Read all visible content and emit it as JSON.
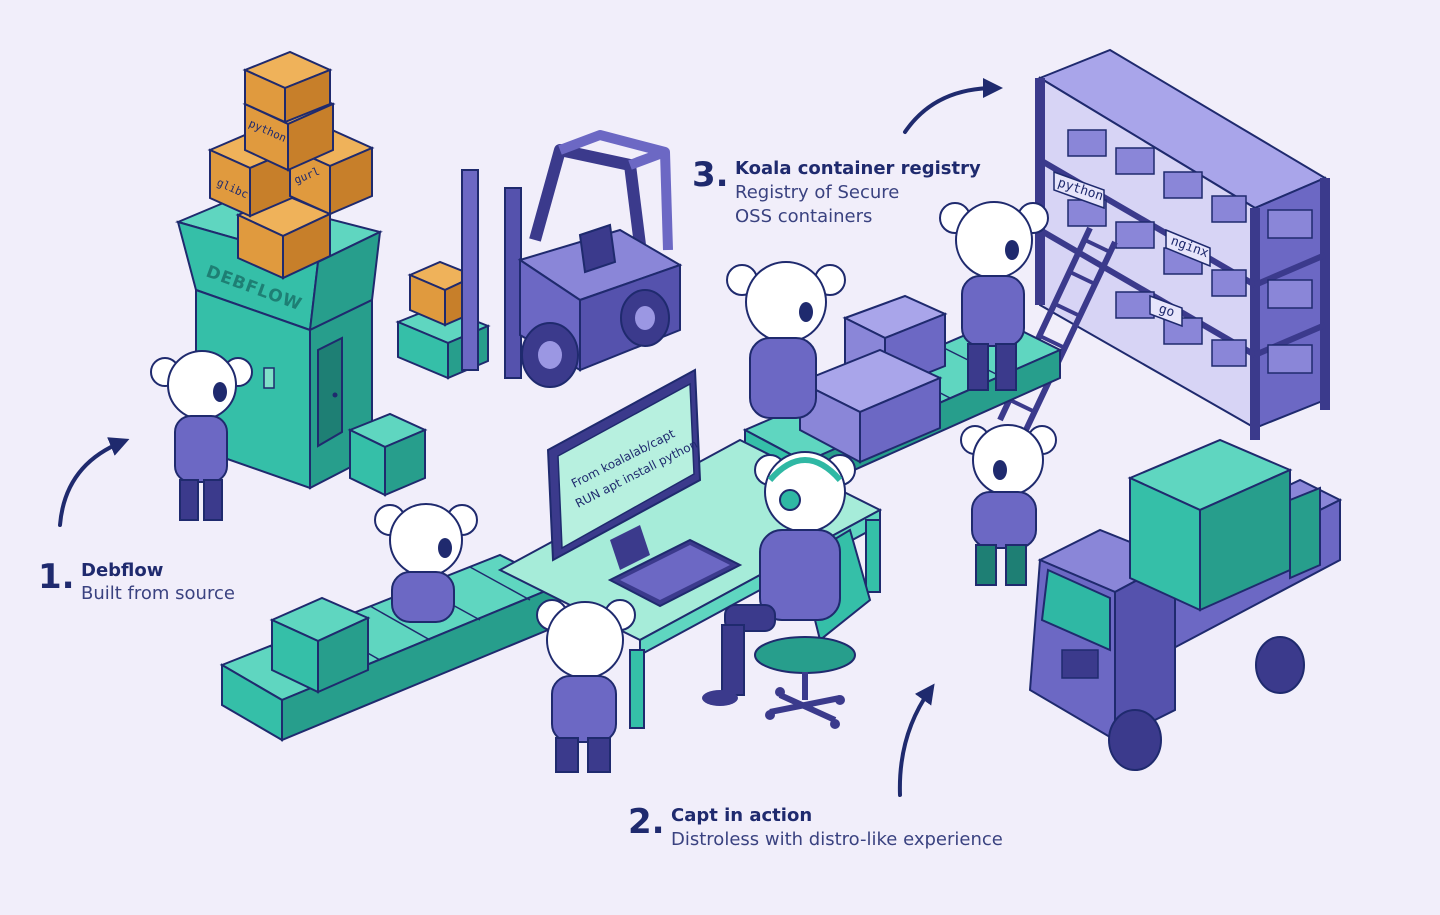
{
  "steps": [
    {
      "number": "1.",
      "title": "Debflow",
      "description": "Built from source"
    },
    {
      "number": "2.",
      "title": "Capt in action",
      "description": "Distroless with distro-like experience"
    },
    {
      "number": "3.",
      "title": "Koala container registry",
      "description_lines": [
        "Registry of Secure",
        "OSS containers"
      ]
    }
  ],
  "machine": {
    "label": "DEBFLOW"
  },
  "packages": [
    "python",
    "glibc",
    "gurl"
  ],
  "monitor": {
    "code_lines": [
      "From koalalab/capt",
      "RUN apt install python"
    ]
  },
  "registry_tags": [
    "python",
    "nginx",
    "go"
  ],
  "colors": {
    "background": "#f1eefa",
    "navy": "#1f2a6e",
    "teal": "#2fb8a4",
    "teal_light": "#7fe0c8",
    "purple": "#6c68c4",
    "purple_dark": "#3b3a8c",
    "orange": "#e09a3e",
    "orange_dark": "#c77f2a"
  },
  "icons": [
    "arrow-icon",
    "koala-icon",
    "headset-icon"
  ]
}
